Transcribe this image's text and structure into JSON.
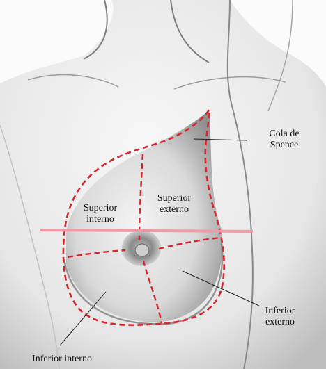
{
  "labels": {
    "cola": {
      "line1": "Cola de",
      "line2": "Spence"
    },
    "superior_interno": {
      "line1": "Superior",
      "line2": "interno"
    },
    "superior_externo": {
      "line1": "Superior",
      "line2": "externo"
    },
    "inferior_externo": {
      "line1": "Inferior",
      "line2": "externo"
    },
    "inferior_interno": "Inferior interno"
  },
  "colors": {
    "quadrant_outline": "#d6262b",
    "horizontal_line": "#f19aa6",
    "shading": "#9a9a9a",
    "skin": "#e9e9e9"
  }
}
